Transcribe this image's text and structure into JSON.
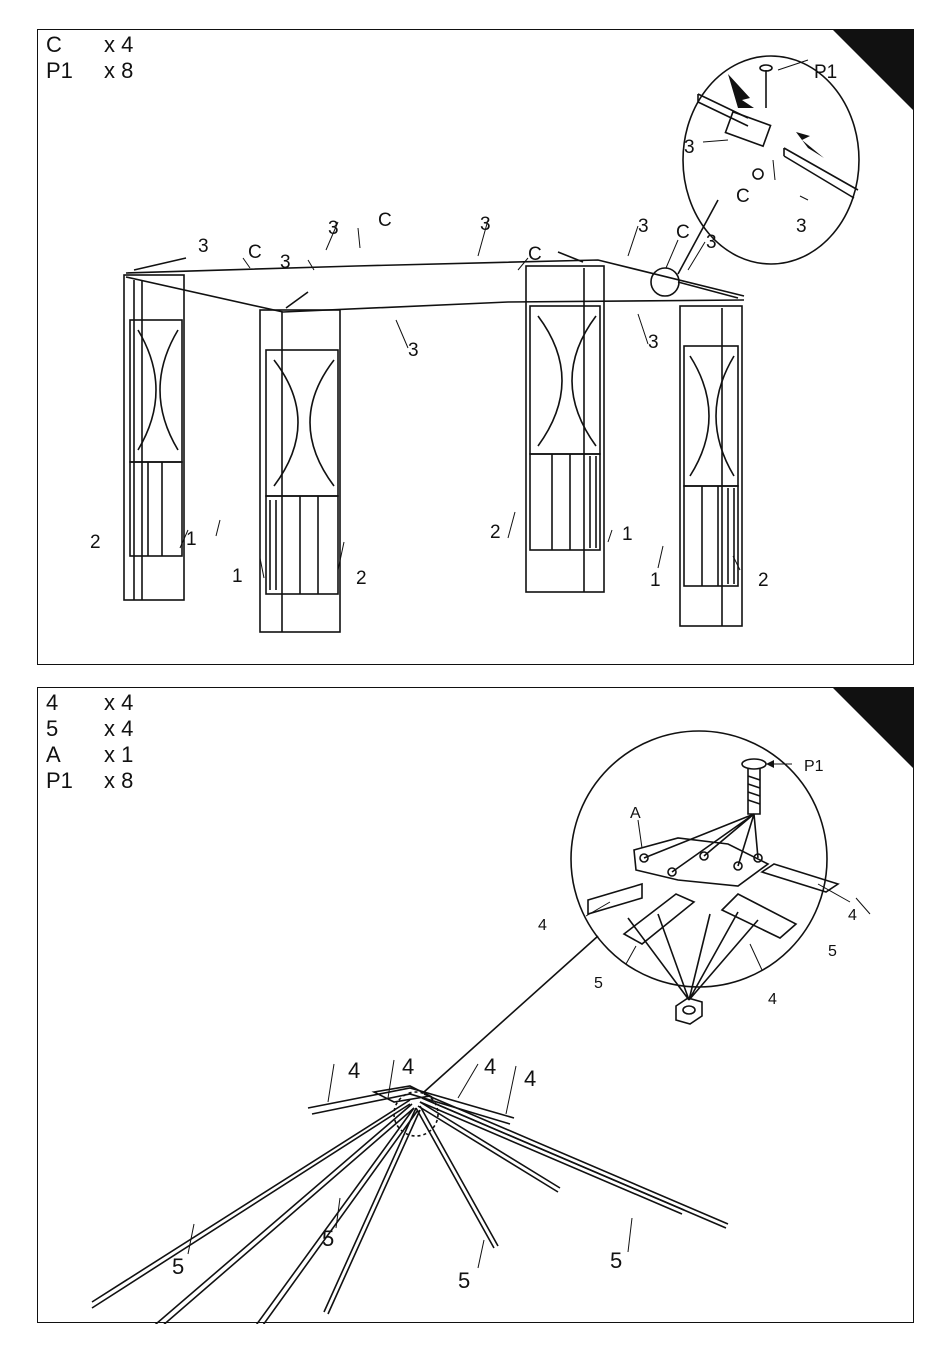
{
  "panel1": {
    "parts": [
      {
        "code": "C",
        "qty": "x 4"
      },
      {
        "code": "P1",
        "qty": "x 8"
      }
    ],
    "callouts": {
      "leg_a": "1",
      "leg_b": "2",
      "bar": "3",
      "connector": "C",
      "screw": "P1"
    }
  },
  "panel2": {
    "parts": [
      {
        "code": "4",
        "qty": "x 4"
      },
      {
        "code": "5",
        "qty": "x 4"
      },
      {
        "code": "A",
        "qty": "x 1"
      },
      {
        "code": "P1",
        "qty": "x 8"
      }
    ],
    "callouts": {
      "rafter_a": "4",
      "rafter_b": "5",
      "hub": "A",
      "screw": "P1"
    }
  }
}
